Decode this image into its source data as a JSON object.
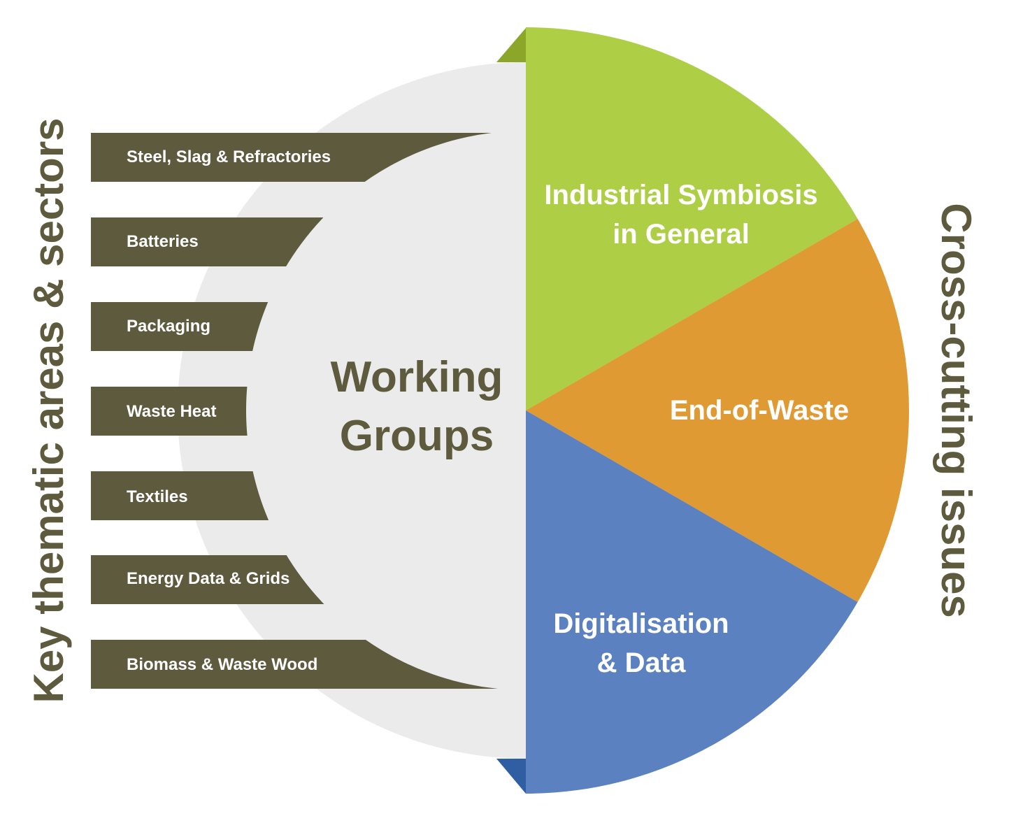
{
  "left_title": "Key thematic areas & sectors",
  "right_title": "Cross-cutting issues",
  "center": {
    "line1": "Working",
    "line2": "Groups"
  },
  "sectors": [
    "Steel, Slag & Refractories",
    "Batteries",
    "Packaging",
    "Waste Heat",
    "Textiles",
    "Energy Data & Grids",
    "Biomass & Waste Wood"
  ],
  "segments": [
    {
      "lines": [
        "Industrial Symbiosis",
        "in General"
      ],
      "color": "#aece46"
    },
    {
      "lines": [
        "End-of-Waste"
      ],
      "color": "#df9a33"
    },
    {
      "lines": [
        "Digitalisation",
        "& Data"
      ],
      "color": "#5b81c1"
    }
  ],
  "colors": {
    "circle": "#ebebeb",
    "tab": "#5e5a3d",
    "text_dark": "#5e5a3d",
    "accent_green_dark": "#8ca62a",
    "accent_blue_dark": "#2f5ea3"
  }
}
